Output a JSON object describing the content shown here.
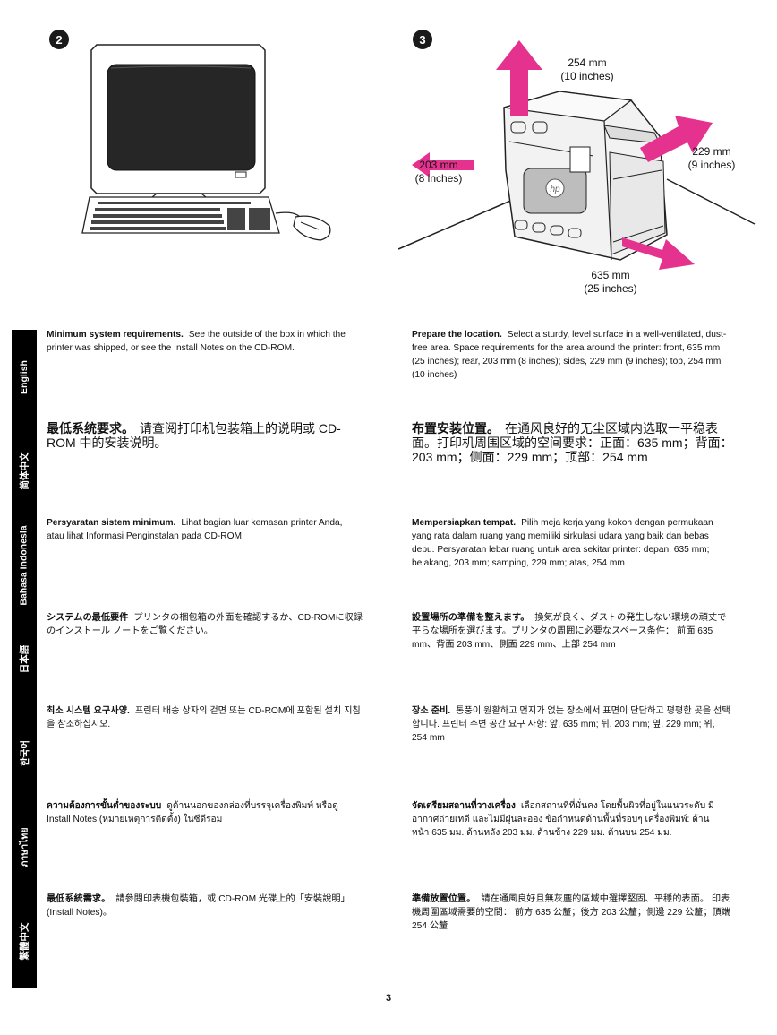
{
  "steps": {
    "left": "2",
    "right": "3"
  },
  "dimensions": {
    "top": [
      "254 mm",
      "(10 inches)"
    ],
    "side_right": [
      "229 mm",
      "(9 inches)"
    ],
    "rear": [
      "203 mm",
      "(8 inches)"
    ],
    "front": [
      "635 mm",
      "(25 inches)"
    ]
  },
  "printer_logo": "hp",
  "languages": [
    "English",
    "简体中文",
    "Bahasa Indonesia",
    "日本語",
    "한국어",
    "ภาษาไทย",
    "繁體中文"
  ],
  "sections": [
    {
      "left": {
        "lead": "Minimum system requirements.",
        "body": "See the outside of the box in which the printer was shipped, or see the Install Notes on the CD-ROM."
      },
      "right": {
        "lead": "Prepare the location.",
        "body": "Select a sturdy, level surface in a well-ventilated, dust-free area. Space requirements for the area around the printer: front, 635 mm (25 inches); rear, 203 mm (8 inches); sides, 229 mm (9 inches); top, 254 mm (10 inches)"
      }
    },
    {
      "left": {
        "lead": "最低系统要求。",
        "body": "请查阅打印机包装箱上的说明或 CD-ROM 中的安装说明。"
      },
      "right": {
        "lead": "布置安装位置。",
        "body": "在通风良好的无尘区域内选取一平稳表面。打印机周围区域的空间要求：正面：635 mm；背面：203 mm；侧面：229 mm；顶部：254 mm"
      }
    },
    {
      "left": {
        "lead": "Persyaratan sistem minimum.",
        "body": "Lihat bagian luar kemasan printer Anda, atau lihat Informasi Penginstalan pada CD-ROM."
      },
      "right": {
        "lead": "Mempersiapkan tempat.",
        "body": "Pilih meja kerja yang kokoh dengan permukaan yang rata dalam ruang yang memiliki sirkulasi udara yang baik dan bebas debu. Persyaratan lebar ruang untuk area sekitar printer: depan, 635 mm; belakang, 203 mm; samping, 229 mm; atas, 254 mm"
      }
    },
    {
      "left": {
        "lead": "システムの最低要件",
        "body": "プリンタの梱包箱の外面を確認するか、CD-ROMに収録のインストール ノートをご覧ください。"
      },
      "right": {
        "lead": "設置場所の準備を整えます。",
        "body": "換気が良く、ダストの発生しない環境の頑丈で平らな場所を選びます。プリンタの周囲に必要なスペース条件： 前面 635 mm、背面 203 mm、側面 229 mm、上部 254 mm"
      }
    },
    {
      "left": {
        "lead": "최소 시스템 요구사양.",
        "body": "프린터 배송 상자의 겉면 또는 CD-ROM에 포함된 설치 지침을 참조하십시오."
      },
      "right": {
        "lead": "장소 준비.",
        "body": "통풍이 원활하고 먼지가 없는 장소에서 표면이 단단하고 평평한 곳을 선택합니다. 프린터 주변 공간 요구 사항: 앞, 635 mm; 뒤, 203 mm; 옆, 229 mm; 위, 254 mm"
      }
    },
    {
      "left": {
        "lead": "ความต้องการขั้นต่ำของระบบ",
        "body": "ดูด้านนอกของกล่องที่บรรจุเครื่องพิมพ์ หรือดู Install Notes (หมายเหตุการติดตั้ง) ในซีดีรอม"
      },
      "right": {
        "lead": "จัดเตรียมสถานที่วางเครื่อง",
        "body": "เลือกสถานที่ที่มั่นคง โดยพื้นผิวที่อยู่ในแนวระดับ มีอากาศถ่ายเทดี และไม่มีฝุ่นละออง ข้อกำหนดด้านพื้นที่รอบๆ เครื่องพิมพ์: ด้านหน้า 635 มม. ด้านหลัง 203 มม. ด้านข้าง 229 มม. ด้านบน 254 มม."
      }
    },
    {
      "left": {
        "lead": "最低系統需求。",
        "body": "請參閱印表機包裝箱，或 CD-ROM 光碟上的「安裝說明」(Install Notes)。"
      },
      "right": {
        "lead": "準備放置位置。",
        "body": "請在通風良好且無灰塵的區域中選擇堅固、平穩的表面。 印表機周圍區域需要的空間： 前方 635 公釐；後方 203 公釐；側邊 229 公釐；頂端 254 公釐"
      }
    }
  ],
  "page_number": "3"
}
